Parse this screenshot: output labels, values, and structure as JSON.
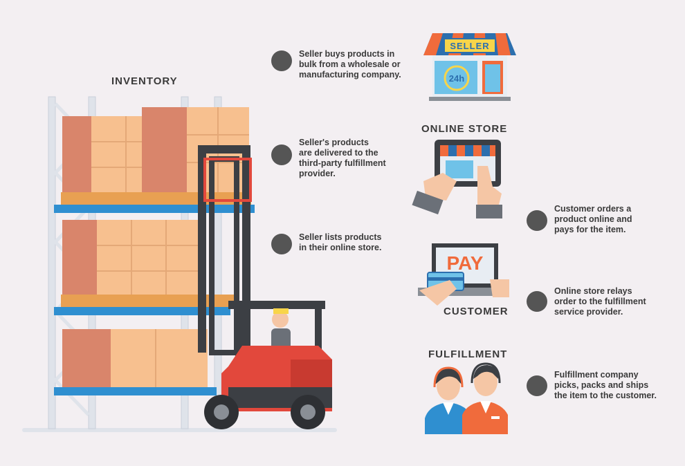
{
  "labels": {
    "inventory": "INVENTORY",
    "online_store": "ONLINE STORE",
    "customer": "CUSTOMER",
    "fulfillment": "FULFILLMENT"
  },
  "icons": {
    "seller_sign": "SELLER",
    "hours_badge": "24h",
    "pay_screen": "PAY"
  },
  "steps": [
    {
      "text": "Seller buys products in\nbulk from a wholesale or\nmanufacturing company."
    },
    {
      "text": "Seller's products\nare delivered to the\nthird-party fulfillment\nprovider."
    },
    {
      "text": "Seller lists products\nin their online store."
    },
    {
      "text": "Customer orders a\nproduct online and\npays for the item."
    },
    {
      "text": "Online store relays\norder to the fulfillment\nservice provider."
    },
    {
      "text": "Fulfillment company\npicks, packs and ships\nthe item to the customer."
    }
  ],
  "colors": {
    "background": "#f3eff2",
    "dot": "#555555",
    "rack_blue": "#2f8fd0",
    "box_orange": "#f7c08f",
    "box_dark": "#d9856b",
    "forklift_red": "#e2483c",
    "awning_orange": "#f06b3c",
    "awning_blue": "#2c6fae",
    "sign_yellow": "#f8d54a"
  }
}
